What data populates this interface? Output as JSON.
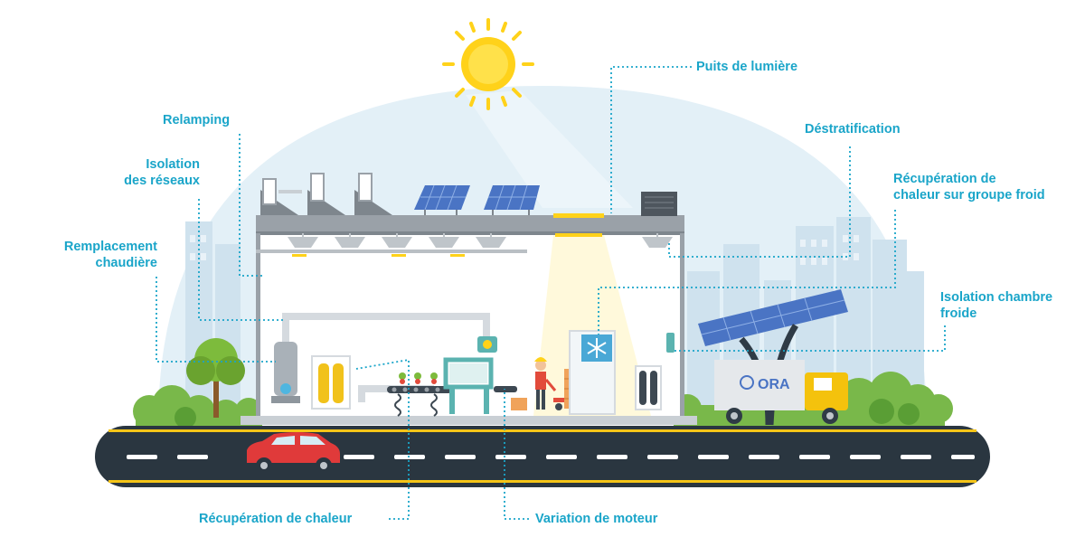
{
  "colors": {
    "label": "#1aa5c9",
    "sky": "#e3f0f7",
    "sun": "#ffd21a",
    "road": "#2a3640",
    "road_marking": "#ffffff",
    "road_edge": "#f5c518",
    "building_frame": "#9aa1a8",
    "grass": "#79b84a",
    "car": "#e03a3a",
    "truck_cab": "#f4c20d",
    "solar_panel": "#4a74c4"
  },
  "labels": {
    "puits": "Puits de lumière",
    "relamping": "Relamping",
    "destrat": "Déstratification",
    "isolation_reseaux": [
      "Isolation",
      "des réseaux"
    ],
    "recup_froid": [
      "Récupération de",
      "chaleur sur groupe froid"
    ],
    "remplacement": [
      "Remplacement",
      "chaudière"
    ],
    "isolation_chambre": [
      "Isolation chambre",
      "froide"
    ],
    "recup_chaleur": "Récupération de chaleur",
    "variation": "Variation de moteur"
  },
  "truck_logo": "ORA",
  "icons": [
    "sun-icon",
    "snowflake-icon",
    "solar-panel-icon",
    "car-icon",
    "truck-icon",
    "tree-icon",
    "worker-icon"
  ]
}
